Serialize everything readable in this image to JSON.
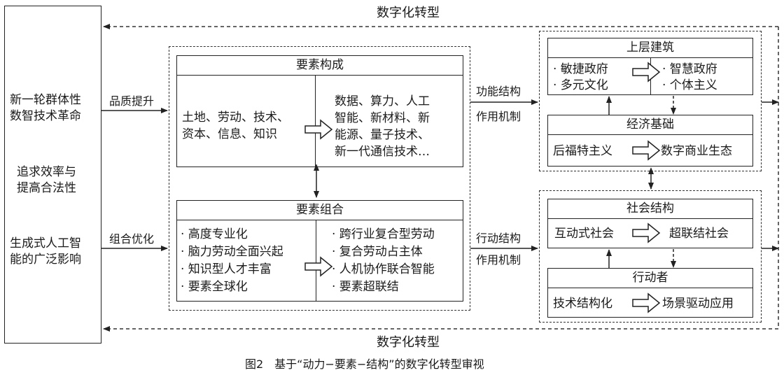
{
  "top_feedback_label": "数字化转型",
  "bottom_feedback_label": "数字化转型",
  "caption": "图2　基于“动力−要素−结构”的数字化转型审视",
  "drivers": {
    "d1_line1": "新一轮群体性",
    "d1_line2": "数智技术革命",
    "d2_line1": "追求效率与",
    "d2_line2": "提高合法性",
    "d3_line1": "生成式人工智",
    "d3_line2": "能的广泛影响"
  },
  "arrow_labels": {
    "quality": "品质提升",
    "combine": "组合优化",
    "func_line1": "功能结构",
    "func_line2": "作用机制",
    "act_line1": "行动结构",
    "act_line2": "作用机制"
  },
  "composition": {
    "title": "要素构成",
    "left_line1": "土地、劳动、技术、",
    "left_line2": "资本、信息、知识",
    "right_line1": "数据、算力、人工",
    "right_line2": "智能、新材料、新",
    "right_line3": "能源、量子技术、",
    "right_line4": "新一代通信技术…"
  },
  "combination": {
    "title": "要素组合",
    "left": [
      "· 高度专业化",
      "· 脑力劳动全面兴起",
      "· 知识型人才丰富",
      "· 要素全球化"
    ],
    "right": [
      "· 跨行业复合型劳动",
      "· 复合劳动占主体",
      "· 人机协作联合智能",
      "· 要素超联结"
    ]
  },
  "superstructure": {
    "title": "上层建筑",
    "left": [
      "· 敏捷政府",
      "· 多元文化"
    ],
    "right": [
      "· 智慧政府",
      "· 个体主义"
    ]
  },
  "economic": {
    "title": "经济基础",
    "left": "后福特主义",
    "right": "数字商业生态"
  },
  "social": {
    "title": "社会结构",
    "left": "互动式社会",
    "right": "超联结社会"
  },
  "actor": {
    "title": "行动者",
    "left": "技术结构化",
    "right": "场景驱动应用"
  }
}
